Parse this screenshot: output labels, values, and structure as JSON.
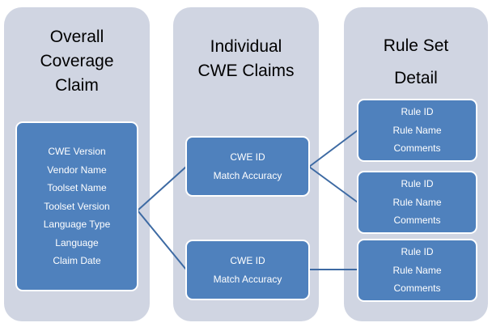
{
  "columns": [
    {
      "title_lines": [
        "Overall",
        "Coverage",
        "Claim"
      ]
    },
    {
      "title_lines": [
        "Individual",
        "CWE Claims"
      ]
    },
    {
      "title_lines": [
        "Rule Set",
        "Detail"
      ]
    }
  ],
  "coverage_claim": {
    "fields": [
      "CWE Version",
      "Vendor Name",
      "Toolset Name",
      "Toolset Version",
      "Language Type",
      "Language",
      "Claim Date"
    ]
  },
  "cwe_claims": [
    {
      "fields": [
        "CWE ID",
        "Match Accuracy"
      ]
    },
    {
      "fields": [
        "CWE ID",
        "Match Accuracy"
      ]
    }
  ],
  "rule_details": [
    {
      "fields": [
        "Rule ID",
        "Rule Name",
        "Comments"
      ]
    },
    {
      "fields": [
        "Rule ID",
        "Rule Name",
        "Comments"
      ]
    },
    {
      "fields": [
        "Rule ID",
        "Rule Name",
        "Comments"
      ]
    }
  ],
  "colors": {
    "column_bg": "#d0d5e2",
    "box_fill": "#4f81bd",
    "box_border": "#ffffff",
    "connector": "#3d6aa3"
  }
}
